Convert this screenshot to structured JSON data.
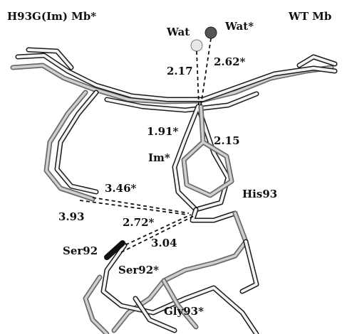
{
  "labels": {
    "mutant": "H93G(Im) Mb*",
    "wildtype": "WT Mb",
    "wat": "Wat",
    "wat_star": "Wat*",
    "d_wat": "2.17",
    "d_wat_star": "2.62*",
    "d_fe_im": "1.91*",
    "d_fe_his": "2.15",
    "im": "Im*",
    "his93": "His93",
    "d_346": "3.46*",
    "d_393": "3.93",
    "d_272": "2.72*",
    "d_304": "3.04",
    "ser92": "Ser92",
    "ser92_star": "Ser92*",
    "gly93": "Gly93*"
  }
}
